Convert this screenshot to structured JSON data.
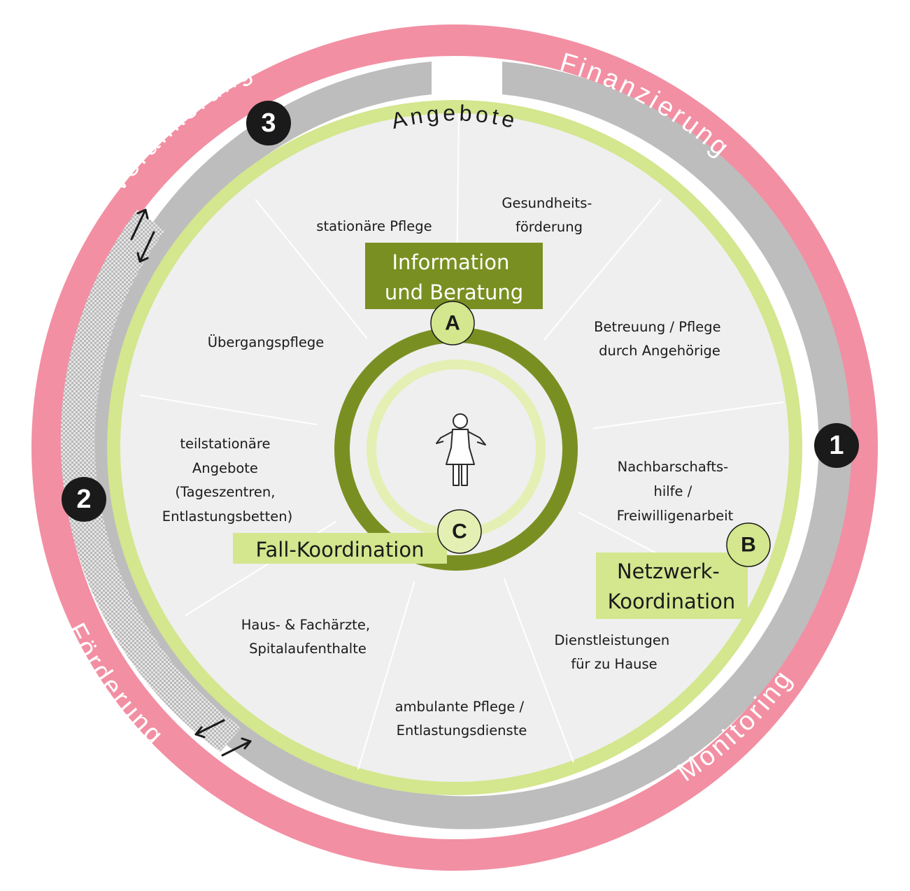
{
  "outer_ring": {
    "labels": [
      "Finanzierung",
      "Monitoring",
      "Förderung",
      "Verankerung"
    ]
  },
  "center": {
    "title": "Angebote",
    "person_icon": "person-icon"
  },
  "sectors": {
    "stationaere_pflege": [
      "stationäre Pflege"
    ],
    "gesundheitsfoerderung": [
      "Gesundheits-",
      "förderung"
    ],
    "betreuung_pflege": [
      "Betreuung / Pflege",
      "durch Angehörige"
    ],
    "nachbarschaftshilfe": [
      "Nachbarschafts-",
      "hilfe /",
      "Freiwilligenarbeit"
    ],
    "dienstleistungen": [
      "Dienstleistungen",
      "für zu Hause"
    ],
    "ambulante_pflege": [
      "ambulante Pflege /",
      "Entlastungsdienste"
    ],
    "hausaerzte": [
      "Haus- & Fachärzte,",
      "Spitalaufenthalte"
    ],
    "teilstationaere": [
      "teilstationäre",
      "Angebote",
      "(Tageszentren,",
      "Entlastungsbetten)"
    ],
    "uebergangspflege": [
      "Übergangspflege"
    ]
  },
  "boxes": {
    "information": [
      "Information",
      "und Beratung"
    ],
    "fall": [
      "Fall-Koordination"
    ],
    "netzwerk": [
      "Netzwerk-",
      "Koordination"
    ]
  },
  "badges": {
    "one": "1",
    "two": "2",
    "three": "3",
    "a": "A",
    "b": "B",
    "c": "C"
  },
  "colors": {
    "outer_pink": "#f28fa3",
    "gray_band": "#bdbdbd",
    "light_green": "#d4e68e",
    "dark_green": "#7a8f22",
    "pale_green": "#e4efb3",
    "sector_bg": "#efefef",
    "badge_dark": "#1a1a1a"
  },
  "icons": [
    "double-arrow-icon",
    "double-arrow-icon",
    "person-icon"
  ]
}
